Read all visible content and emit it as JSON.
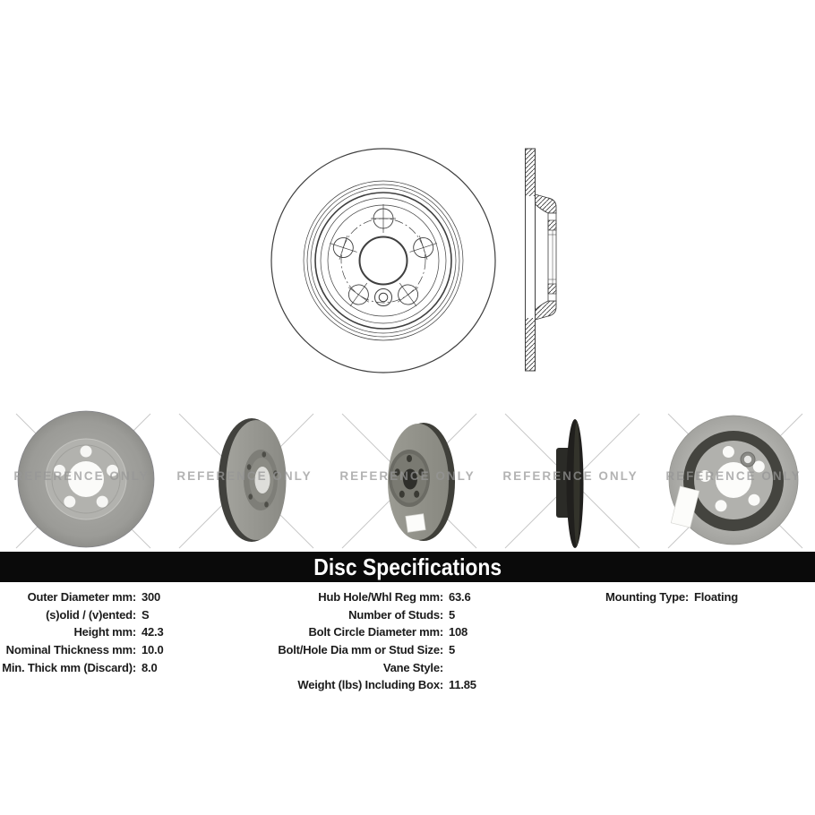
{
  "colors": {
    "background": "#ffffff",
    "bar_bg": "#0a0a0a",
    "bar_text": "#ffffff",
    "spec_text": "#1b1b1b",
    "watermark_gray": "#969696",
    "line_art": "#3f3f3f",
    "cross_lines": "#c8c8c8"
  },
  "title_bar": {
    "title": "Disc Specifications"
  },
  "watermark": {
    "text": "REFERENCE ONLY"
  },
  "photos": [
    {
      "view": "front-face-photo"
    },
    {
      "view": "angled-front-photo"
    },
    {
      "view": "angled-rear-photo"
    },
    {
      "view": "edge-profile-photo"
    },
    {
      "view": "rear-face-photo"
    }
  ],
  "specs": {
    "col1": [
      {
        "label": "Outer Diameter mm:",
        "value": "300"
      },
      {
        "label": "(s)olid / (v)ented:",
        "value": "S"
      },
      {
        "label": "Height mm:",
        "value": "42.3"
      },
      {
        "label": "Nominal Thickness mm:",
        "value": "10.0"
      },
      {
        "label": "Min. Thick mm (Discard):",
        "value": "8.0"
      }
    ],
    "col2": [
      {
        "label": "Hub Hole/Whl Reg mm:",
        "value": "63.6"
      },
      {
        "label": "Number of Studs:",
        "value": "5"
      },
      {
        "label": "Bolt Circle Diameter mm:",
        "value": "108"
      },
      {
        "label": "Bolt/Hole Dia mm or Stud Size:",
        "value": "5"
      },
      {
        "label": "Vane Style:",
        "value": ""
      },
      {
        "label": "Weight (lbs) Including Box:",
        "value": "11.85"
      }
    ],
    "col3": [
      {
        "label": "Mounting Type:",
        "value": "Floating"
      }
    ]
  }
}
